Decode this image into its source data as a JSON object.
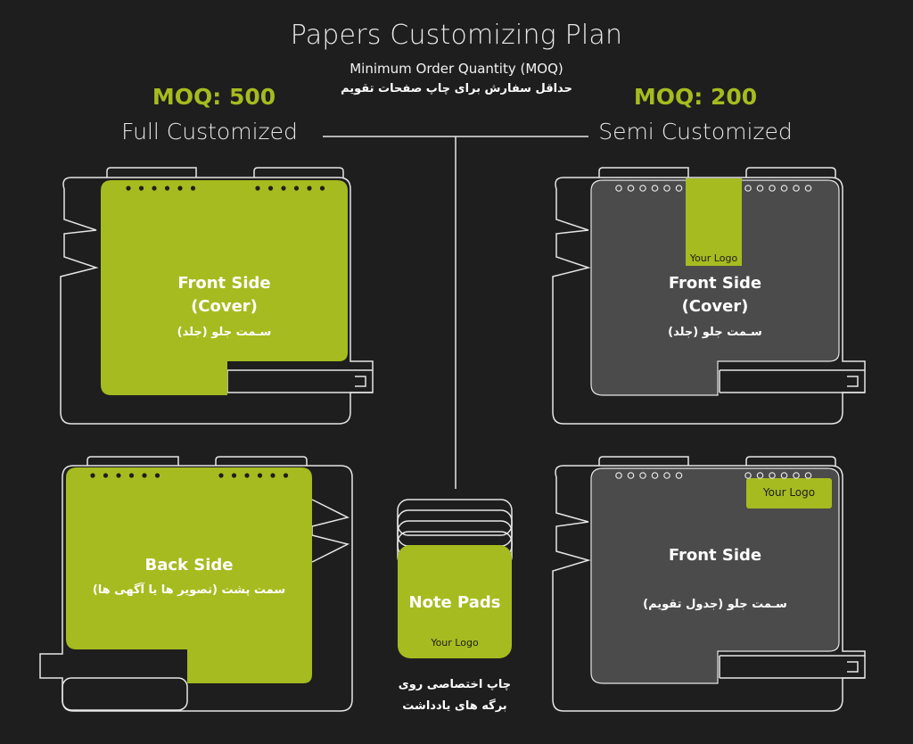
{
  "header": {
    "title": "Papers Customizing Plan",
    "subtitle_en": "Minimum Order Quantity (MOQ)",
    "subtitle_fa": "حداقل سفارش برای چاپ صفحات تقویم"
  },
  "plans": {
    "full": {
      "moq": "MOQ: 500",
      "name": "Full Customized"
    },
    "semi": {
      "moq": "MOQ: 200",
      "name": "Semi Customized"
    }
  },
  "cards": {
    "full_front": {
      "title": "Front Side",
      "subtitle": "(Cover)",
      "fa": "سـمت جلو (جلد)"
    },
    "full_back": {
      "title": "Back Side",
      "fa": "سمت پشت (تصویر ها یا آگهی ها)"
    },
    "semi_front_cover": {
      "title": "Front Side",
      "subtitle": "(Cover)",
      "fa": "سـمت جلو (جلد)",
      "logo": "Your Logo"
    },
    "semi_front_calendar": {
      "title": "Front Side",
      "fa": "سـمت جلو (جدول تقویم)",
      "logo": "Your Logo"
    },
    "note_pads": {
      "title": "Note Pads",
      "logo": "Your Logo",
      "fa_line1": "چاپ اختصاصی روی",
      "fa_line2": "برگه های یادداشت"
    }
  },
  "colors": {
    "background": "#1e1e1e",
    "accent_green": "#a6bb1f",
    "panel_gray": "#4b4b4b",
    "outline": "#e6e6e6"
  }
}
